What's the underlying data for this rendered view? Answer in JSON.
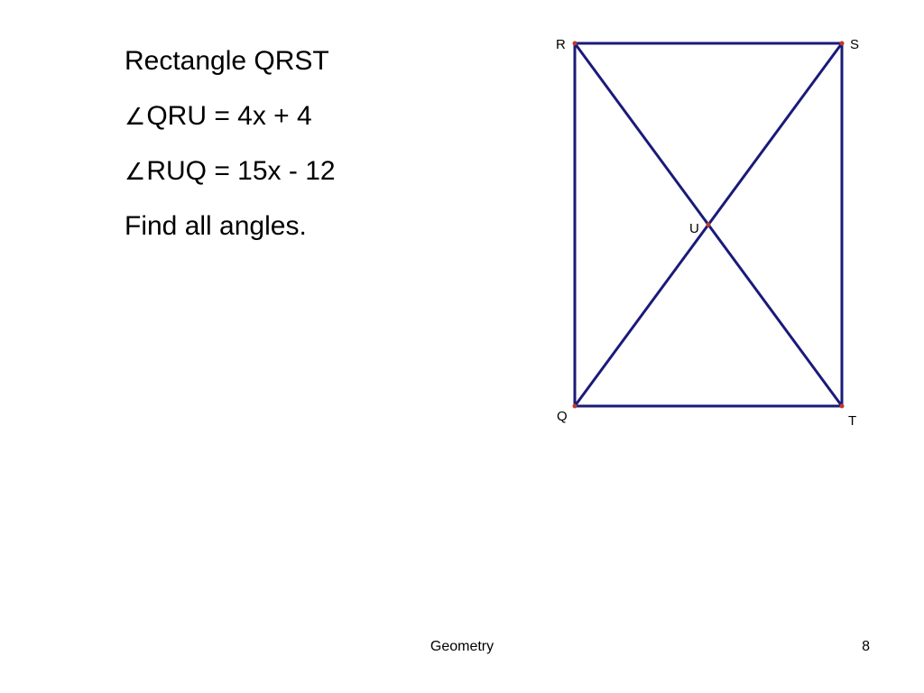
{
  "problem": {
    "title": "Rectangle QRST",
    "angle_symbol": "∠",
    "given_1": "QRU = 4x + 4",
    "given_2": "RUQ = 15x - 12",
    "task": "Find all angles."
  },
  "diagram": {
    "line_color": "#1a1a7a",
    "point_color": "#c0392b",
    "labels": {
      "R": "R",
      "S": "S",
      "U": "U",
      "Q": "Q",
      "T": "T"
    }
  },
  "footer": {
    "title": "Geometry",
    "page_number": "8"
  }
}
